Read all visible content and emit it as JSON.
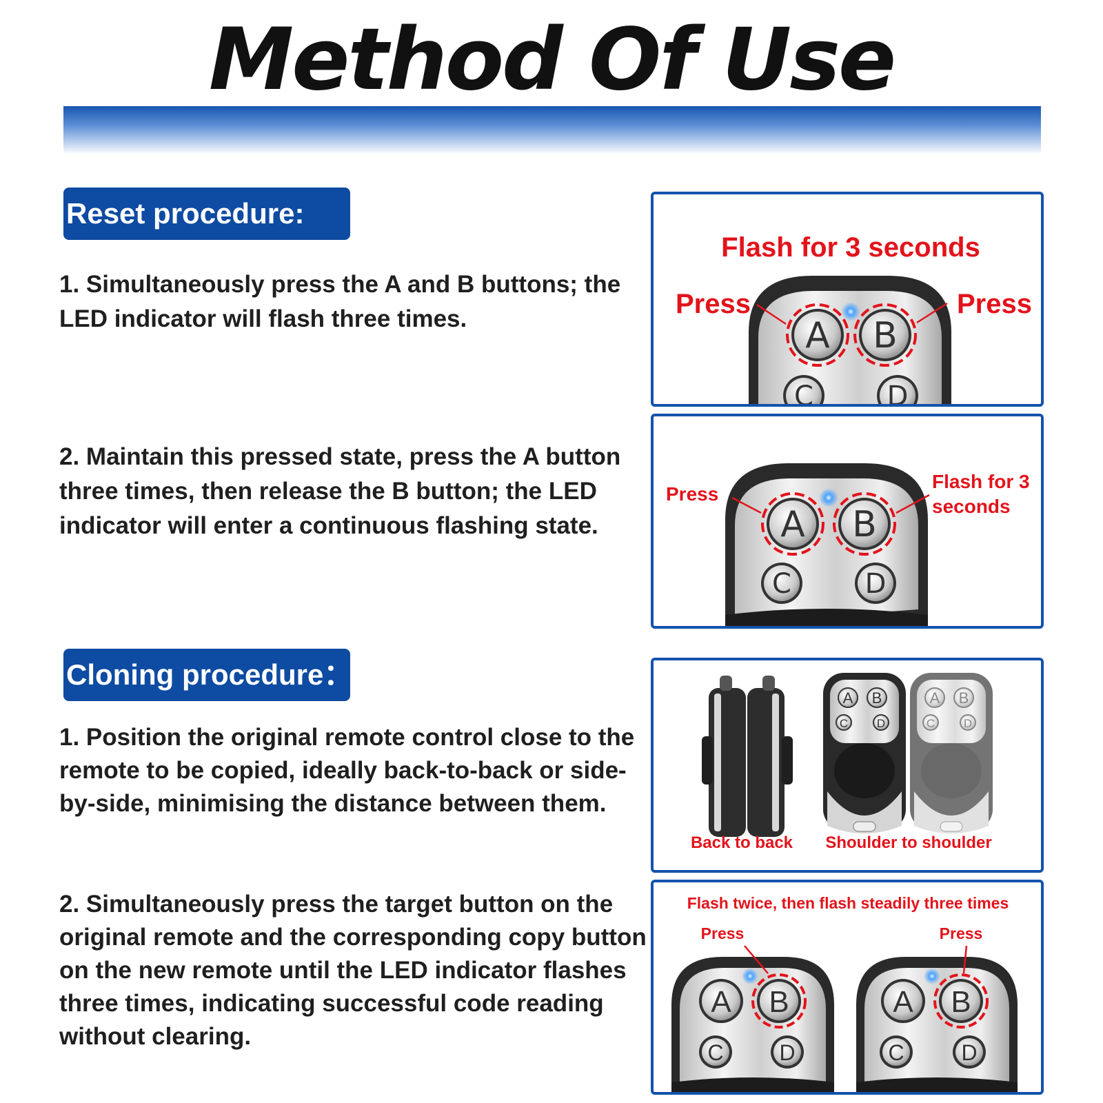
{
  "title": "Method Of Use",
  "colors": {
    "accent_blue": "#0e4ba2",
    "panel_border": "#1452ad",
    "annotation_red": "#e3131b",
    "led_blue": "#4da3ff"
  },
  "reset": {
    "heading": "Reset procedure:",
    "steps": [
      "1. Simultaneously press the A and B buttons; the LED indicator will flash three times.",
      "2. Maintain this pressed state, press the A button three times, then release the B button; the LED indicator will enter a continuous flashing state."
    ]
  },
  "cloning": {
    "heading": "Cloning procedure：",
    "steps": [
      "1. Position the original remote control close to the remote to be copied, ideally back-to-back or side-by-side, minimising the distance between them.",
      "2. Simultaneously press the target button on the original remote and the corresponding copy button on the new remote until the LED indicator flashes three times, indicating successful code reading without clearing."
    ]
  },
  "panels": {
    "p1": {
      "caption": "Flash for 3 seconds",
      "left_label": "Press",
      "right_label": "Press"
    },
    "p2": {
      "left_label": "Press",
      "right_label_line1": "Flash for 3",
      "right_label_line2": "seconds"
    },
    "p3": {
      "label_back": "Back to back",
      "label_shoulder": "Shoulder to shoulder"
    },
    "p4": {
      "caption": "Flash twice, then flash steadily three times",
      "left_label": "Press",
      "right_label": "Press"
    }
  },
  "remote_buttons": {
    "a": "A",
    "b": "B",
    "c": "C",
    "d": "D"
  }
}
